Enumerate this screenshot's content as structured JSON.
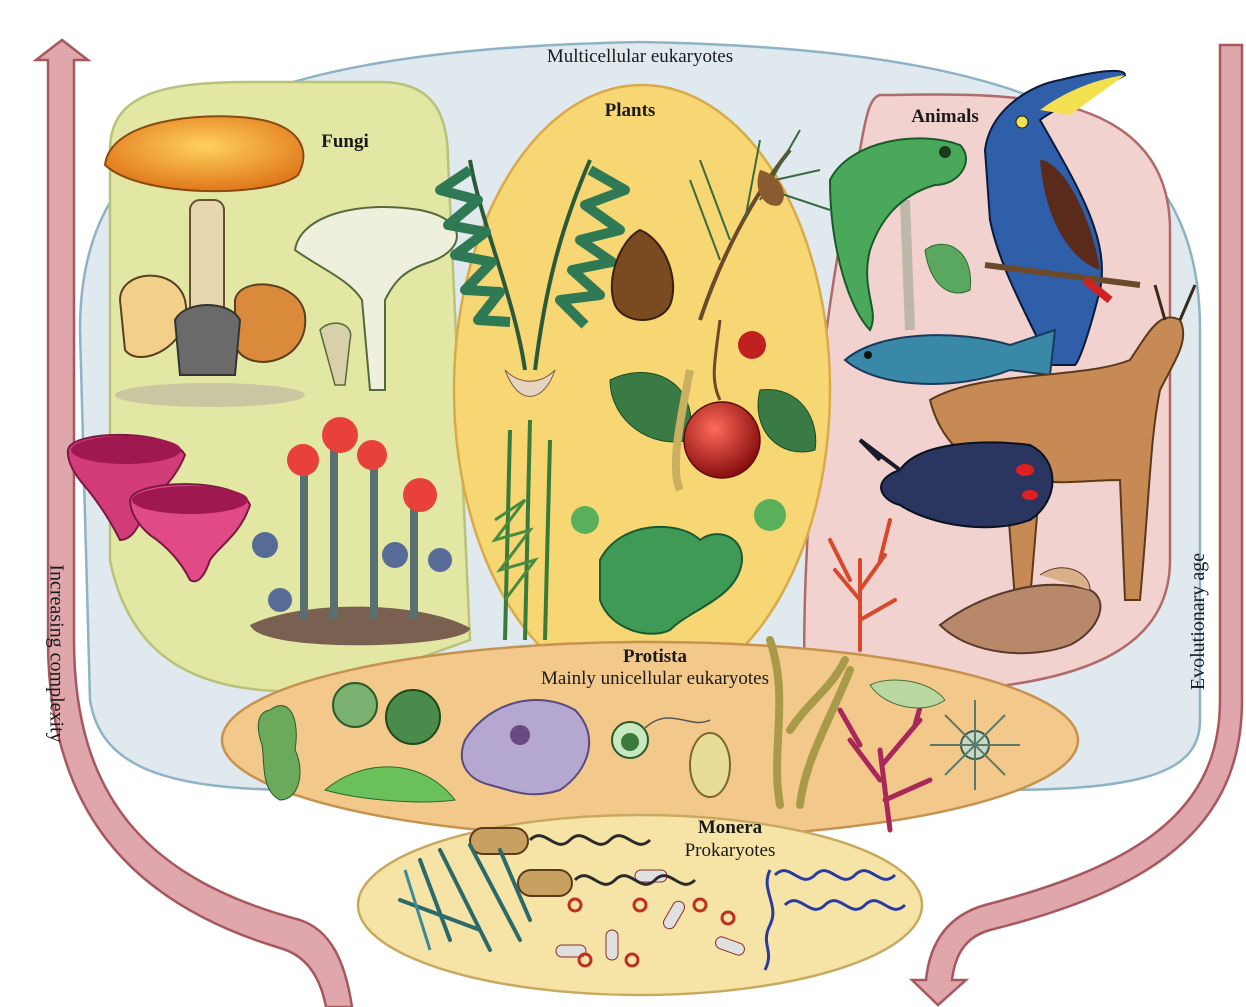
{
  "labels": {
    "multicellular": "Multicellular eukaryotes",
    "fungi": "Fungi",
    "plants": "Plants",
    "animals": "Animals",
    "protista": "Protista",
    "protista_sub": "Mainly unicellular eukaryotes",
    "monera": "Monera",
    "monera_sub": "Prokaryotes",
    "left_arrow": "Increasing complexity",
    "right_arrow": "Evolutionary age"
  },
  "colors": {
    "multicellular_fill": "#dfe9ee",
    "multicellular_stroke": "#8fb3c6",
    "fungi_fill": "#e3e7a4",
    "fungi_stroke": "#b9c27a",
    "plants_fill": "#f6d774",
    "plants_stroke": "#d9a94a",
    "animals_fill": "#f2d2cf",
    "animals_stroke": "#b06a6a",
    "protista_fill": "#f2c98a",
    "protista_stroke": "#c7914f",
    "monera_fill": "#f6e4a6",
    "monera_stroke": "#c9a960",
    "arrow_fill": "#dfa6ab",
    "arrow_stroke": "#a8575e"
  },
  "illustrations": {
    "fungi": [
      "mushroom",
      "chanterelle",
      "cup-fungi",
      "lichen"
    ],
    "plants": [
      "fern",
      "pine-cone",
      "pine-branch",
      "fruit-branch",
      "moss",
      "liverwort"
    ],
    "animals": [
      "chameleon",
      "toucan",
      "fish",
      "deer",
      "beetle",
      "coral",
      "snail"
    ],
    "protista": [
      "desmid",
      "diatom",
      "amoeba",
      "euglena",
      "paramecium",
      "kelp",
      "red-algae",
      "radiolarian"
    ],
    "monera": [
      "bacilli",
      "spirilla",
      "cocci",
      "filaments"
    ]
  }
}
